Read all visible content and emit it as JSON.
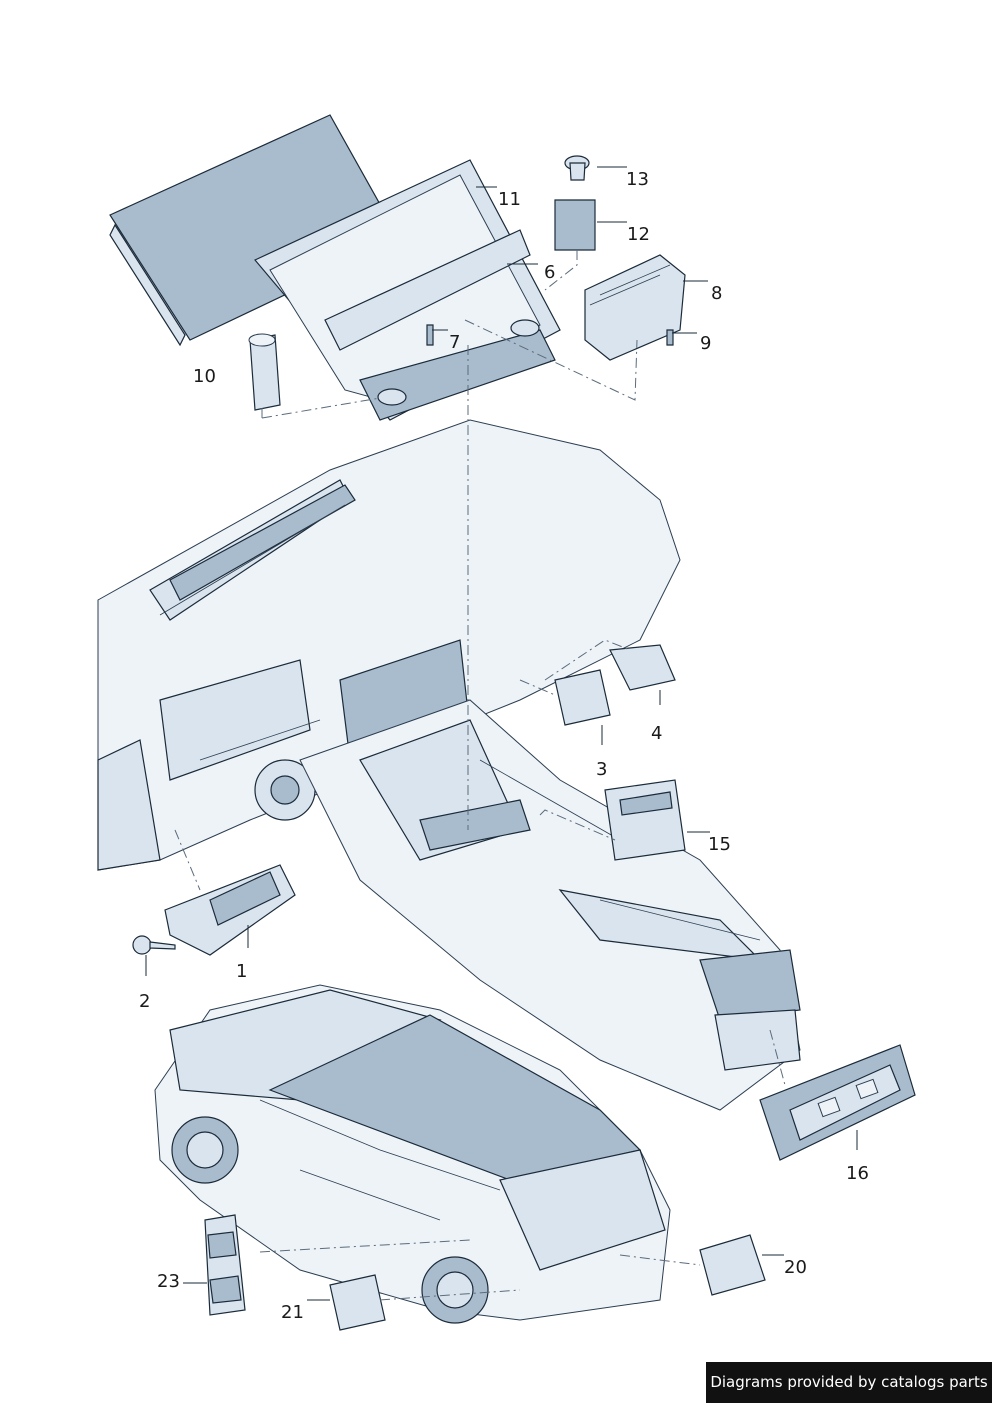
{
  "callouts": [
    {
      "id": "1",
      "label": "1"
    },
    {
      "id": "2",
      "label": "2"
    },
    {
      "id": "3",
      "label": "3"
    },
    {
      "id": "4",
      "label": "4"
    },
    {
      "id": "6",
      "label": "6"
    },
    {
      "id": "7",
      "label": "7"
    },
    {
      "id": "8",
      "label": "8"
    },
    {
      "id": "9",
      "label": "9"
    },
    {
      "id": "10",
      "label": "10"
    },
    {
      "id": "11",
      "label": "11"
    },
    {
      "id": "12",
      "label": "12"
    },
    {
      "id": "13",
      "label": "13"
    },
    {
      "id": "15",
      "label": "15"
    },
    {
      "id": "16",
      "label": "16"
    },
    {
      "id": "20",
      "label": "20"
    },
    {
      "id": "21",
      "label": "21"
    },
    {
      "id": "23",
      "label": "23"
    }
  ],
  "footer": {
    "text": "Diagrams provided by catalogs parts"
  },
  "colors": {
    "part_fill": "#d9e4ee",
    "part_shade": "#a9bccd",
    "outline": "#1b2b3a",
    "footer_bg": "#111111"
  }
}
